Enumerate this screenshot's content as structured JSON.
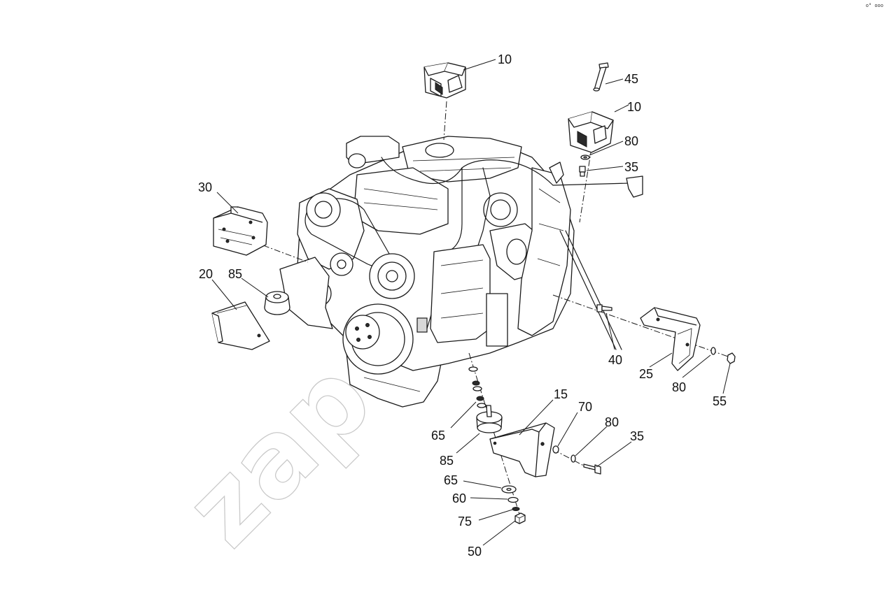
{
  "watermark": "zap...ru",
  "corner_mark": "o° ooo",
  "callouts": {
    "c10a": "10",
    "c10b": "10",
    "c45": "45",
    "c80a": "80",
    "c35a": "35",
    "c30": "30",
    "c20": "20",
    "c85a": "85",
    "c40": "40",
    "c25": "25",
    "c80b": "80",
    "c55": "55",
    "c15": "15",
    "c70": "70",
    "c80c": "80",
    "c35b": "35",
    "c65a": "65",
    "c85b": "85",
    "c65b": "65",
    "c60": "60",
    "c75": "75",
    "c50": "50"
  }
}
